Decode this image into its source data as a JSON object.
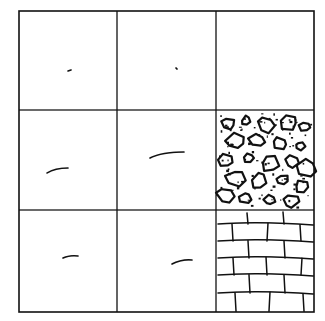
{
  "grid": {
    "rows": 3,
    "cols": 3,
    "cells": [
      {
        "row": 1,
        "col": 1,
        "content": "mark-dot"
      },
      {
        "row": 1,
        "col": 2,
        "content": "mark-dot"
      },
      {
        "row": 1,
        "col": 3,
        "content": "empty"
      },
      {
        "row": 2,
        "col": 1,
        "content": "brush-stroke"
      },
      {
        "row": 2,
        "col": 2,
        "content": "brush-stroke"
      },
      {
        "row": 2,
        "col": 3,
        "content": "stone-texture"
      },
      {
        "row": 3,
        "col": 1,
        "content": "brush-stroke"
      },
      {
        "row": 3,
        "col": 2,
        "content": "brush-stroke"
      },
      {
        "row": 3,
        "col": 3,
        "content": "brick-wall-texture"
      }
    ]
  },
  "colors": {
    "ink": "#111111",
    "paper": "#ffffff"
  }
}
